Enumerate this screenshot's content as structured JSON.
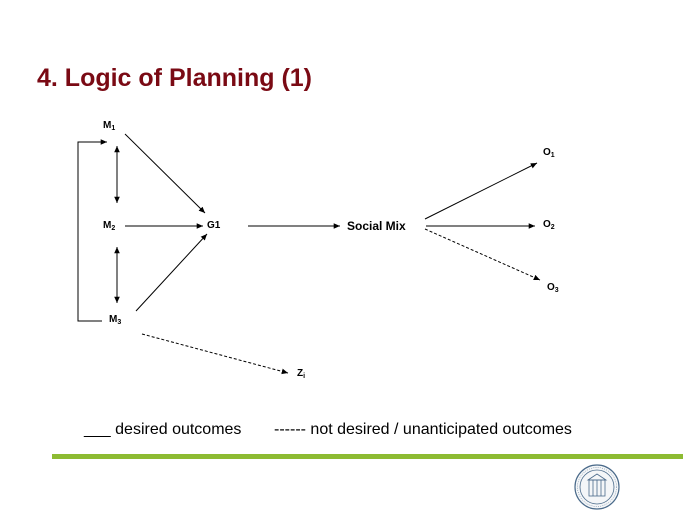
{
  "slide": {
    "title": "4. Logic of Planning (1)"
  },
  "diagram": {
    "nodes": {
      "M1": {
        "base": "M",
        "sub": "1"
      },
      "M2": {
        "base": "M",
        "sub": "2"
      },
      "M3": {
        "base": "M",
        "sub": "3"
      },
      "G1": {
        "label": "G1"
      },
      "social_mix": {
        "label": "Social Mix"
      },
      "O1": {
        "base": "O",
        "sub": "1"
      },
      "O2": {
        "base": "O",
        "sub": "2"
      },
      "O3": {
        "base": "O",
        "sub": "3"
      },
      "Zi": {
        "base": "Z",
        "sub": "i"
      }
    },
    "edges": [
      {
        "from": "M1",
        "to": "G1",
        "style": "solid"
      },
      {
        "from": "M2",
        "to": "G1",
        "style": "solid"
      },
      {
        "from": "M3",
        "to": "G1",
        "style": "solid"
      },
      {
        "from": "M1",
        "to": "M2",
        "style": "solid",
        "bidirectional": true
      },
      {
        "from": "M2",
        "to": "M3",
        "style": "solid",
        "bidirectional": true
      },
      {
        "from": "M3",
        "to": "M1",
        "style": "solid",
        "note": "feedback bracket"
      },
      {
        "from": "G1",
        "to": "Social Mix",
        "style": "solid"
      },
      {
        "from": "Social Mix",
        "to": "O1",
        "style": "solid"
      },
      {
        "from": "Social Mix",
        "to": "O2",
        "style": "solid"
      },
      {
        "from": "Social Mix",
        "to": "O3",
        "style": "dashed"
      },
      {
        "from": "M3",
        "to": "Zi",
        "style": "dashed"
      }
    ]
  },
  "legend": {
    "desired": "___ desired outcomes",
    "undesired": "------  not desired / unanticipated outcomes"
  },
  "colors": {
    "title": "#7a0a14",
    "rule": "#8dbb32",
    "seal": "#4a6a8a"
  },
  "icons": {
    "seal": "university-seal-icon"
  }
}
